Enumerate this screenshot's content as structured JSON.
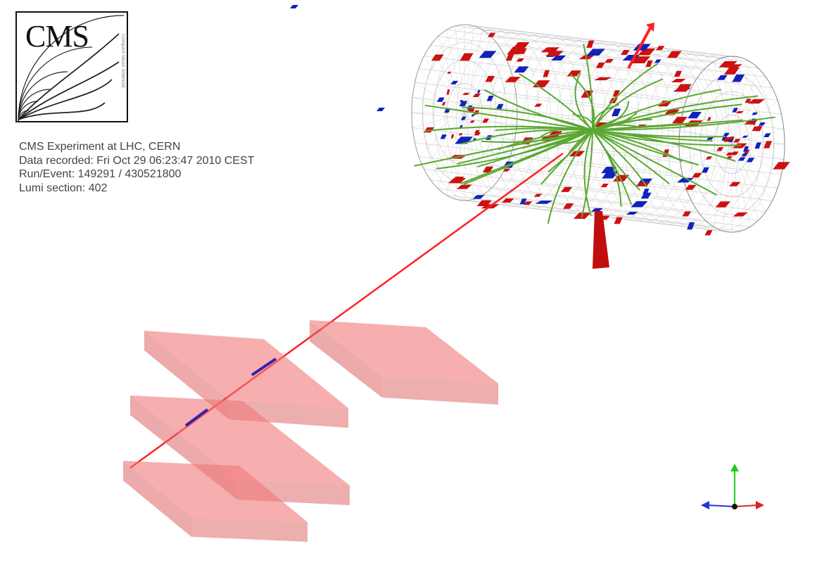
{
  "logo": {
    "text": "CMS",
    "subtitle": "Compact Muon Solenoid"
  },
  "event_info": {
    "experiment": "CMS Experiment at LHC, CERN",
    "recorded": "Data recorded: Fri Oct 29 06:23:47 2010 CEST",
    "run_event": "Run/Event: 149291 / 430521800",
    "lumi": "Lumi section: 402"
  },
  "colors": {
    "track": "#5aa832",
    "muon": "#ff2020",
    "ecal": "#cc1111",
    "hcal": "#1122bb",
    "chamber": "#f07c7c",
    "axis_y": "#22cc22",
    "axis_x": "#dd2222",
    "axis_z": "#2233dd"
  }
}
